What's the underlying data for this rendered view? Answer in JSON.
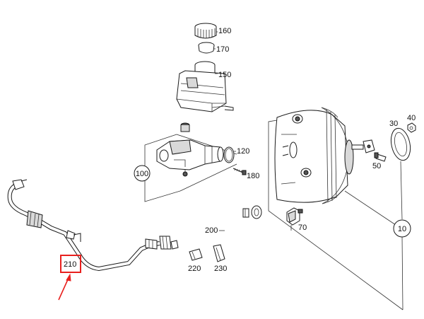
{
  "parts": {
    "p160": "160",
    "p170": "170",
    "p150": "150",
    "p120": "120",
    "p180": "180",
    "p100": "100",
    "p30": "30",
    "p40": "40",
    "p50": "50",
    "p70": "70",
    "p10": "10",
    "p200": "200",
    "p220": "220",
    "p230": "230",
    "p210": "210"
  },
  "colors": {
    "highlight": "#e8201e",
    "line": "#1a1a1a",
    "fill_light": "#d9d9d9"
  },
  "highlighted_part": "210"
}
